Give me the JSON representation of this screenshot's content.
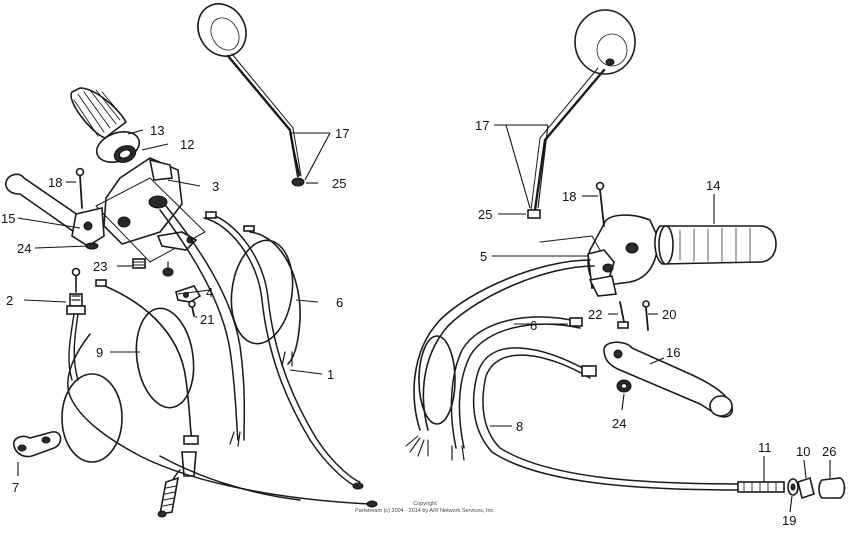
{
  "diagram": {
    "callouts": {
      "c1": "1",
      "c2": "2",
      "c3": "3",
      "c4": "4",
      "c5": "5",
      "c6a": "6",
      "c6b": "6",
      "c7": "7",
      "c8": "8",
      "c9": "9",
      "c10": "10",
      "c11": "11",
      "c12": "12",
      "c13": "13",
      "c14": "14",
      "c15": "15",
      "c16": "16",
      "c17a": "17",
      "c17b": "17",
      "c18a": "18",
      "c18b": "18",
      "c19": "19",
      "c20": "20",
      "c21": "21",
      "c22": "22",
      "c23": "23",
      "c24a": "24",
      "c24b": "24",
      "c25a": "25",
      "c25b": "25",
      "c26": "26"
    },
    "copyright_line1": "Copyright",
    "copyright_line2": "Partstream (c) 2004 - 2014 by ARI Network Services, Inc."
  },
  "colors": {
    "ink": "#1a1a1a",
    "background": "#ffffff"
  }
}
